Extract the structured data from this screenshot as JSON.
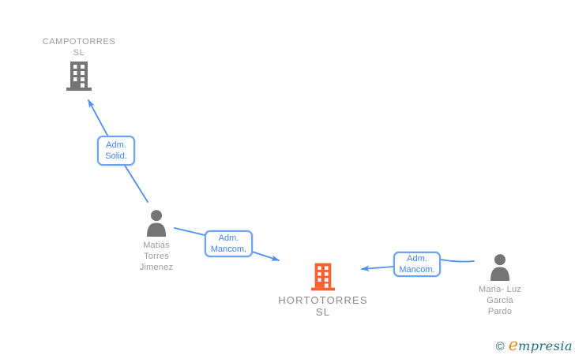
{
  "colors": {
    "edge_blue": "#4E8EF5",
    "label_border": "#6CA2F2",
    "label_text": "#4285F4",
    "company_gray": "#757575",
    "company_highlight_orange": "#F9612F",
    "person_gray": "#757575",
    "node_text_gray": "#9B9B9B",
    "highlight_text_gray": "#8A8A8A",
    "logo_teal": "#1F6B80",
    "logo_orange": "#EF861D"
  },
  "nodes": {
    "campotorres": {
      "type": "company",
      "name_lines": [
        "CAMPOTORRES",
        "SL"
      ]
    },
    "matias": {
      "type": "person",
      "name_lines": [
        "Matias",
        "Torres",
        "Jimenez"
      ]
    },
    "hortotorres": {
      "type": "company",
      "highlighted": true,
      "name_lines": [
        "HORTOTORRES",
        "SL"
      ]
    },
    "maria": {
      "type": "person",
      "name_lines": [
        "Maria- Luz",
        "Garcia",
        "Pardo"
      ]
    }
  },
  "edges": [
    {
      "from": "Matias Torres Jimenez",
      "to": "CAMPOTORRES SL",
      "label_lines": [
        "Adm.",
        "Solid."
      ]
    },
    {
      "from": "Matias Torres Jimenez",
      "to": "HORTOTORRES SL",
      "label_lines": [
        "Adm.",
        "Mancom."
      ]
    },
    {
      "from": "Maria- Luz Garcia Pardo",
      "to": "HORTOTORRES SL",
      "label_lines": [
        "Adm.",
        "Mancom."
      ]
    }
  ],
  "watermark": {
    "copyright": "©",
    "brand_initial": "e",
    "brand_rest": "mpresia"
  }
}
